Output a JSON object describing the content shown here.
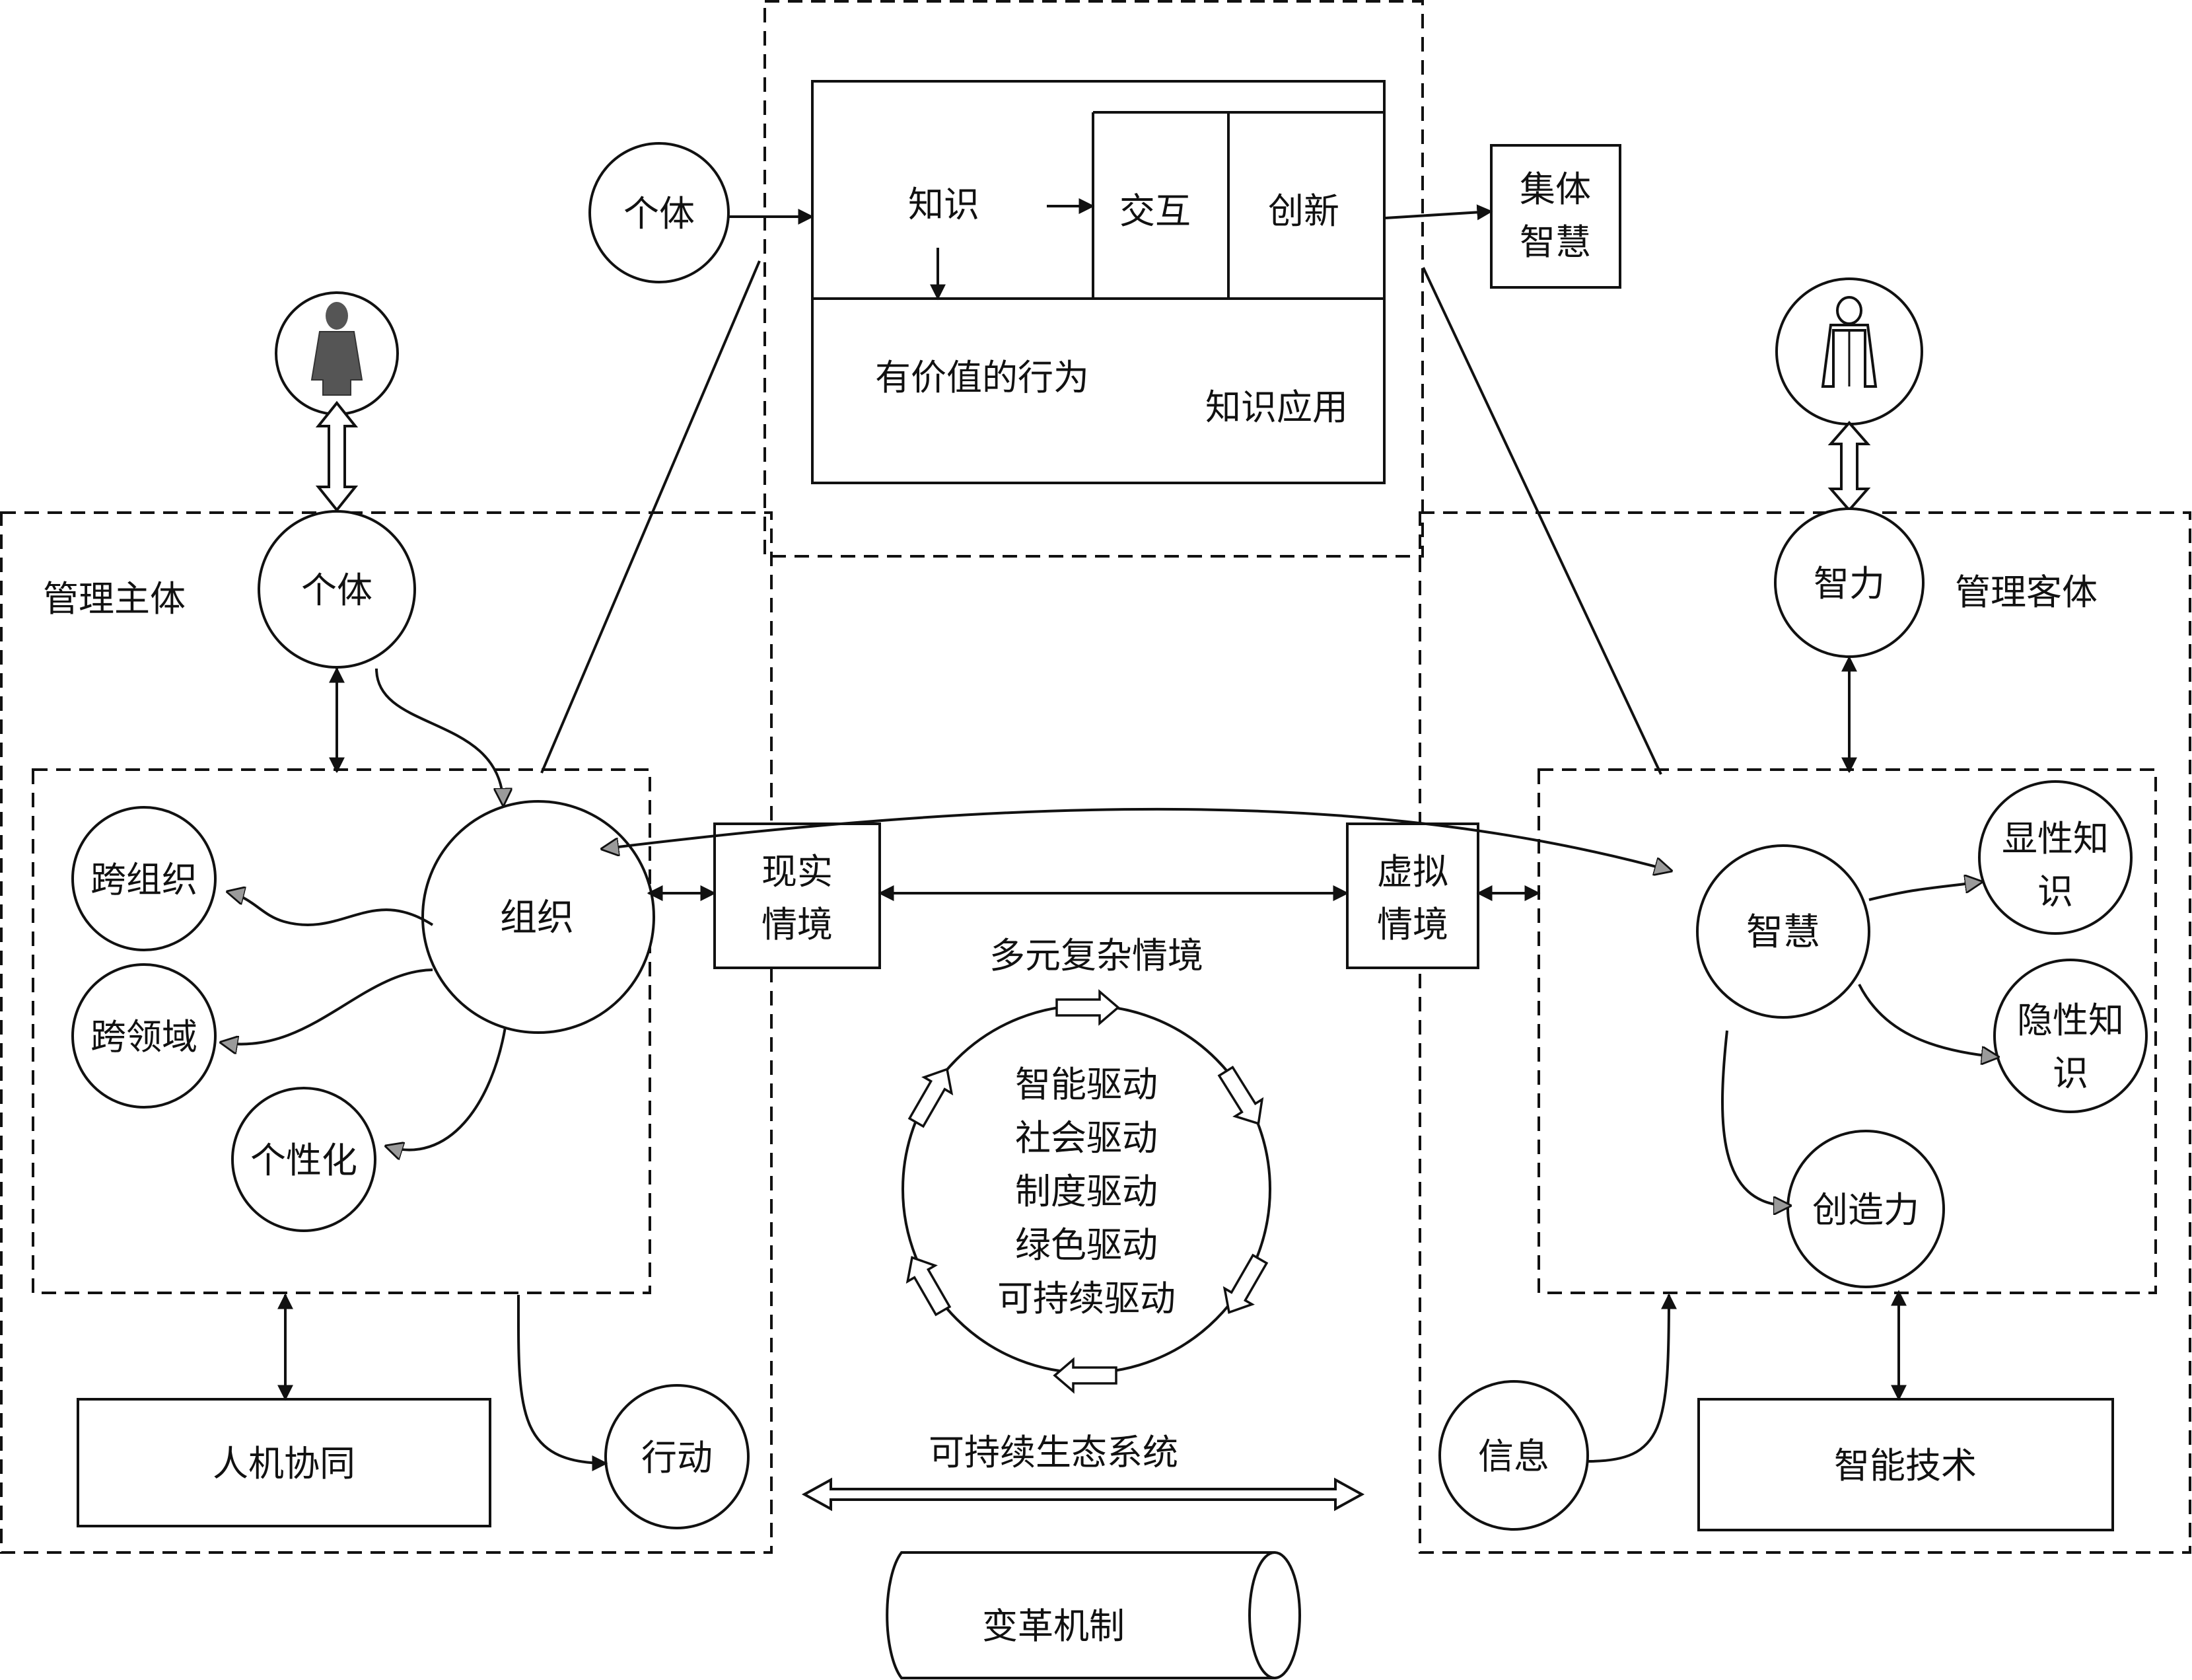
{
  "center": {
    "knowledge": "知识",
    "interaction": "交互",
    "innovation": "创新",
    "valuable_behavior": "有价值的行为",
    "knowledge_application": "知识应用",
    "individual": "个体",
    "collective_wisdom_line1": "集体",
    "collective_wisdom_line2": "智慧"
  },
  "left": {
    "title": "管理主体",
    "individual": "个体",
    "organization": "组织",
    "cross_org": "跨组织",
    "cross_domain": "跨领域",
    "personalization": "个性化",
    "human_machine": "人机协同",
    "action": "行动"
  },
  "right": {
    "title": "管理客体",
    "intelligence": "智力",
    "wisdom": "智慧",
    "explicit_line1": "显性知",
    "explicit_line2": "识",
    "tacit_line1": "隐性知",
    "tacit_line2": "识",
    "creativity": "创造力",
    "information": "信息",
    "smart_tech": "智能技术"
  },
  "middle": {
    "real_line1": "现实",
    "real_line2": "情境",
    "virtual_line1": "虚拟",
    "virtual_line2": "情境",
    "complex_context": "多元复杂情境",
    "drivers": [
      "智能驱动",
      "社会驱动",
      "制度驱动",
      "绿色驱动",
      "可持续驱动"
    ],
    "ecosystem": "可持续生态系统",
    "reform": "变革机制"
  },
  "icons": [
    "person-dark-icon",
    "person-outline-icon"
  ]
}
